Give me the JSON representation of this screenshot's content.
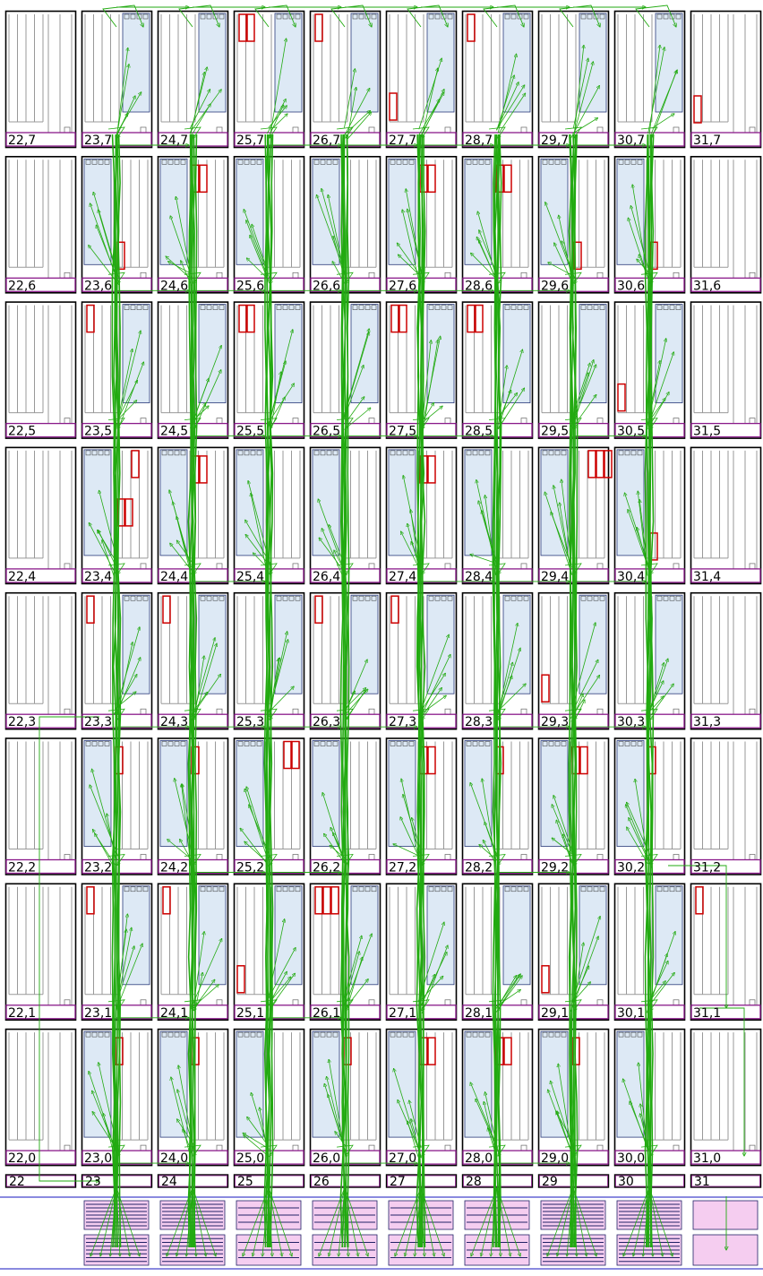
{
  "diagram": {
    "columns": [
      22,
      23,
      24,
      25,
      26,
      27,
      28,
      29,
      30,
      31
    ],
    "rows": [
      7,
      6,
      5,
      4,
      3,
      2,
      1,
      0
    ],
    "bottom_row_labels": [
      "22",
      "23",
      "24",
      "25",
      "26",
      "27",
      "28",
      "29",
      "30",
      "31"
    ],
    "colors": {
      "tile_border": "#000000",
      "lane": "#999999",
      "used_fill": "#dde9f5",
      "used_border": "#2a3a7a",
      "bel_used": "#cc0000",
      "route": "#22aa11",
      "port_bar": "#8a1a8a",
      "io_fill": "#f5cdf0",
      "io_border": "#4444cc",
      "io_line": "#222266"
    },
    "used_cols": [
      23,
      24,
      25,
      26,
      27,
      28,
      29,
      30
    ],
    "used_half": {
      "odd_rows": "right",
      "even_rows": "left"
    },
    "red_cells": [
      {
        "c": 25,
        "r": 7,
        "n": 2,
        "pos": "top-left"
      },
      {
        "c": 26,
        "r": 7,
        "n": 1,
        "pos": "top-left"
      },
      {
        "c": 27,
        "r": 7,
        "n": 1,
        "pos": "bottom-left"
      },
      {
        "c": 28,
        "r": 7,
        "n": 1,
        "pos": "top-left"
      },
      {
        "c": 31,
        "r": 7,
        "n": 1,
        "pos": "mid-left"
      },
      {
        "c": 23,
        "r": 6,
        "n": 1,
        "pos": "bottom-mid"
      },
      {
        "c": 24,
        "r": 6,
        "n": 2,
        "pos": "top-mid"
      },
      {
        "c": 27,
        "r": 6,
        "n": 2,
        "pos": "top-mid"
      },
      {
        "c": 28,
        "r": 6,
        "n": 2,
        "pos": "top-mid"
      },
      {
        "c": 29,
        "r": 6,
        "n": 1,
        "pos": "bottom-mid"
      },
      {
        "c": 30,
        "r": 6,
        "n": 1,
        "pos": "bottom-mid"
      },
      {
        "c": 23,
        "r": 5,
        "n": 1,
        "pos": "top-left"
      },
      {
        "c": 25,
        "r": 5,
        "n": 2,
        "pos": "top-left"
      },
      {
        "c": 27,
        "r": 5,
        "n": 2,
        "pos": "top-left"
      },
      {
        "c": 28,
        "r": 5,
        "n": 2,
        "pos": "top-left"
      },
      {
        "c": 30,
        "r": 5,
        "n": 1,
        "pos": "bottom-left"
      },
      {
        "c": 23,
        "r": 4,
        "n": 1,
        "pos": "top-right"
      },
      {
        "c": 23,
        "r": 4,
        "n": 2,
        "pos": "mid-mid"
      },
      {
        "c": 24,
        "r": 4,
        "n": 2,
        "pos": "top-mid"
      },
      {
        "c": 27,
        "r": 4,
        "n": 2,
        "pos": "top-mid"
      },
      {
        "c": 29,
        "r": 4,
        "n": 3,
        "pos": "top-right"
      },
      {
        "c": 30,
        "r": 4,
        "n": 1,
        "pos": "bottom-mid"
      },
      {
        "c": 23,
        "r": 3,
        "n": 1,
        "pos": "top-left"
      },
      {
        "c": 24,
        "r": 3,
        "n": 1,
        "pos": "top-left"
      },
      {
        "c": 26,
        "r": 3,
        "n": 1,
        "pos": "top-left"
      },
      {
        "c": 27,
        "r": 3,
        "n": 1,
        "pos": "top-left"
      },
      {
        "c": 29,
        "r": 3,
        "n": 1,
        "pos": "bottom-left"
      },
      {
        "c": 23,
        "r": 2,
        "n": 1,
        "pos": "top-mid"
      },
      {
        "c": 24,
        "r": 2,
        "n": 1,
        "pos": "top-mid"
      },
      {
        "c": 25,
        "r": 2,
        "n": 2,
        "pos": "top-right"
      },
      {
        "c": 27,
        "r": 2,
        "n": 2,
        "pos": "top-mid"
      },
      {
        "c": 28,
        "r": 2,
        "n": 1,
        "pos": "top-mid"
      },
      {
        "c": 29,
        "r": 2,
        "n": 2,
        "pos": "top-mid"
      },
      {
        "c": 30,
        "r": 2,
        "n": 1,
        "pos": "top-mid"
      },
      {
        "c": 23,
        "r": 1,
        "n": 1,
        "pos": "top-left"
      },
      {
        "c": 24,
        "r": 1,
        "n": 1,
        "pos": "top-left"
      },
      {
        "c": 25,
        "r": 1,
        "n": 1,
        "pos": "bottom-left"
      },
      {
        "c": 26,
        "r": 1,
        "n": 3,
        "pos": "top-left"
      },
      {
        "c": 29,
        "r": 1,
        "n": 1,
        "pos": "bottom-left"
      },
      {
        "c": 31,
        "r": 1,
        "n": 1,
        "pos": "top-left"
      },
      {
        "c": 23,
        "r": 0,
        "n": 1,
        "pos": "top-mid"
      },
      {
        "c": 24,
        "r": 0,
        "n": 1,
        "pos": "top-mid"
      },
      {
        "c": 26,
        "r": 0,
        "n": 1,
        "pos": "top-mid"
      },
      {
        "c": 27,
        "r": 0,
        "n": 2,
        "pos": "top-mid"
      },
      {
        "c": 28,
        "r": 0,
        "n": 2,
        "pos": "top-mid"
      },
      {
        "c": 29,
        "r": 0,
        "n": 1,
        "pos": "top-mid"
      }
    ],
    "io_banks": [
      {
        "c": 23,
        "style": "dense"
      },
      {
        "c": 24,
        "style": "dense"
      },
      {
        "c": 25,
        "style": "light"
      },
      {
        "c": 26,
        "style": "light"
      },
      {
        "c": 27,
        "style": "light"
      },
      {
        "c": 28,
        "style": "light"
      },
      {
        "c": 29,
        "style": "dense"
      },
      {
        "c": 30,
        "style": "dense"
      },
      {
        "c": 31,
        "style": "plain"
      }
    ]
  }
}
